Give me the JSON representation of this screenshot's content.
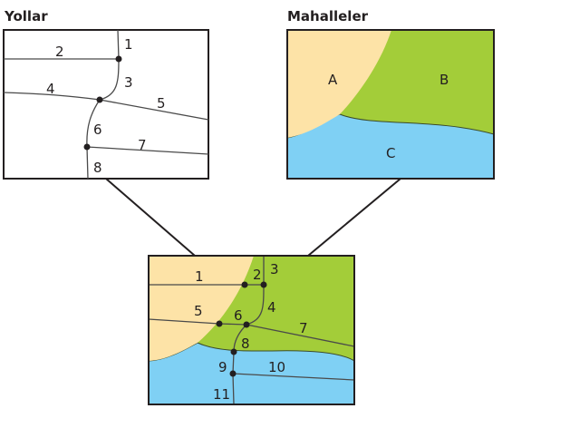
{
  "roads_panel": {
    "title": "Yollar",
    "segment_labels": [
      "1",
      "2",
      "3",
      "4",
      "5",
      "6",
      "7",
      "8"
    ]
  },
  "neighborhoods_panel": {
    "title": "Mahalleler",
    "region_labels": [
      "A",
      "B",
      "C"
    ]
  },
  "overlay_panel": {
    "segment_labels": [
      "1",
      "2",
      "3",
      "4",
      "5",
      "6",
      "7",
      "8",
      "9",
      "10",
      "11"
    ]
  },
  "colors": {
    "region_a": "#fde3a7",
    "region_b": "#a3cd39",
    "region_c": "#7fd0f4"
  }
}
